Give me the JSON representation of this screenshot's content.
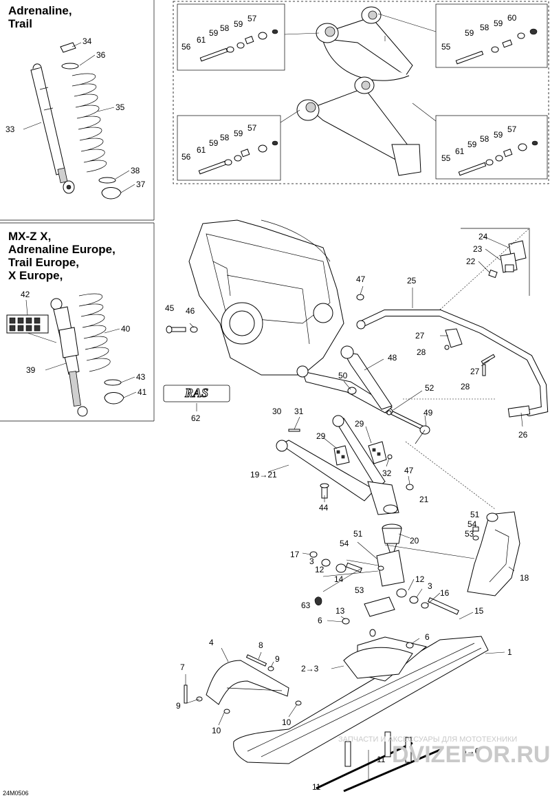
{
  "panels": {
    "top_left_title": "Adrenaline,\nTrail",
    "mid_left_title": "MX-Z X,\nAdrenaline Europe,\nTrail Europe,\nX Europe,"
  },
  "logo_text": "RAS",
  "diagram_code": "24M0506",
  "watermark": {
    "line1": "ЗАПЧАСТИ И АКСЕССУАРЫ ДЛЯ МОТОТЕХНИКИ",
    "line2": "DVIZEFOR.RU"
  },
  "labels": {
    "p34": "34",
    "p36": "36",
    "p35": "35",
    "p33": "33",
    "p38": "38",
    "p37": "37",
    "p42": "42",
    "p40": "40",
    "p39": "39",
    "p43": "43",
    "p41": "41",
    "p62": "62",
    "tl_57": "57",
    "tl_59a": "59",
    "tl_59b": "59",
    "tl_58": "58",
    "tl_61": "61",
    "tl_56": "56",
    "tr_60": "60",
    "tr_59a": "59",
    "tr_58": "58",
    "tr_59b": "59",
    "tr_55": "55",
    "bl_57": "57",
    "bl_59a": "59",
    "bl_58": "58",
    "bl_59b": "59",
    "bl_61": "61",
    "bl_56": "56",
    "br_57": "57",
    "br_59a": "59",
    "br_58": "58",
    "br_59b": "59",
    "br_61": "61",
    "br_55": "55",
    "p24": "24",
    "p23": "23",
    "p22": "22",
    "p25": "25",
    "p47a": "47",
    "p45": "45",
    "p46": "46",
    "p27a": "27",
    "p28a": "28",
    "p27b": "27",
    "p28b": "28",
    "p48": "48",
    "p50": "50",
    "p52": "52",
    "p26": "26",
    "p49": "49",
    "p30": "30",
    "p31": "31",
    "p29a": "29",
    "p29b": "29",
    "p32": "32",
    "p19_21": "19→21",
    "p47b": "47",
    "p21": "21",
    "p44": "44",
    "p20": "20",
    "p51a": "51",
    "p54a": "54",
    "p53a": "53",
    "p18": "18",
    "p17": "17",
    "p51b": "51",
    "p54b": "54",
    "p3a": "3",
    "p12a": "12",
    "p14": "14",
    "p53b": "53",
    "p12b": "12",
    "p3b": "3",
    "p16": "16",
    "p63": "63",
    "p13": "13",
    "p15": "15",
    "p6a": "6",
    "p4": "4",
    "p8": "8",
    "p6b": "6",
    "p1": "1",
    "p9a": "9",
    "p2_3": "2→3",
    "p7": "7",
    "p9b": "9",
    "p10a": "10",
    "p10b": "10",
    "p5_6": "5→6",
    "p11a": "11",
    "p11b": "11"
  }
}
